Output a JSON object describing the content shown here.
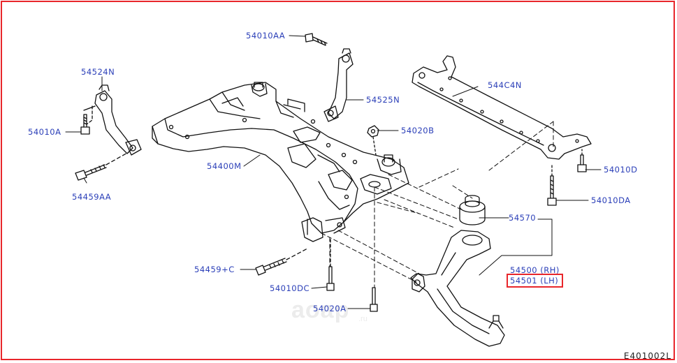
{
  "diagram": {
    "code": "E401002L",
    "watermark": "аoар",
    "watermark_suffix": ".ru",
    "highlight_color": "#e8262b",
    "label_color": "#2b3fb8",
    "labels": {
      "p54010AA": "54010AA",
      "p54524N": "54524N",
      "p54525N": "54525N",
      "p54404N": "544C4N",
      "p54010A": "54010A",
      "p54020B": "54020B",
      "p54400M": "54400M",
      "p54010D": "54010D",
      "p54459AA": "54459AA",
      "p54010DA": "54010DA",
      "p54570": "54570",
      "p54500": "54500 (RH)",
      "p54501": "54501 (LH)",
      "p54459C": "54459+C",
      "p54010DC": "54010DC",
      "p54020A": "54020A"
    }
  }
}
